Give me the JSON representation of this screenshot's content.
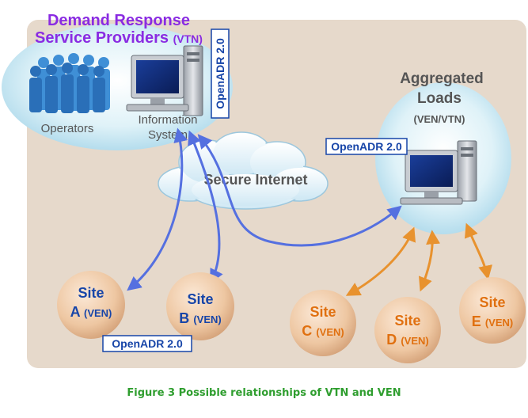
{
  "vtn": {
    "title_line1": "Demand Response",
    "title_line2_main": "Service Providers",
    "title_line2_tag": "(VTN)",
    "operators_label": "Operators",
    "info_line1": "Information",
    "info_line2": "System",
    "protocol_label": "OpenADR 2.0"
  },
  "internet": {
    "label": "Secure Internet"
  },
  "aggregated": {
    "line1": "Aggregated",
    "line2": "Loads",
    "line3": "(VEN/VTN)",
    "protocol_label": "OpenADR 2.0"
  },
  "sites": [
    {
      "line1": "Site",
      "letter": "A",
      "tag": "(VEN)"
    },
    {
      "line1": "Site",
      "letter": "B",
      "tag": "(VEN)"
    },
    {
      "line1": "Site",
      "letter": "C",
      "tag": "(VEN)"
    },
    {
      "line1": "Site",
      "letter": "D",
      "tag": "(VEN)"
    },
    {
      "line1": "Site",
      "letter": "E",
      "tag": "(VEN)"
    }
  ],
  "sites_protocol_label": "OpenADR 2.0",
  "caption": "Figure 3 Possible relationships of VTN and VEN",
  "colors": {
    "panel": "#e6d9cb",
    "vtn_title": "#8a2be2",
    "blue_text": "#1745a8",
    "orange_text": "#e07010",
    "blue_arrow": "#5570e0",
    "orange_arrow": "#e8922e",
    "gray_text": "#555555"
  }
}
